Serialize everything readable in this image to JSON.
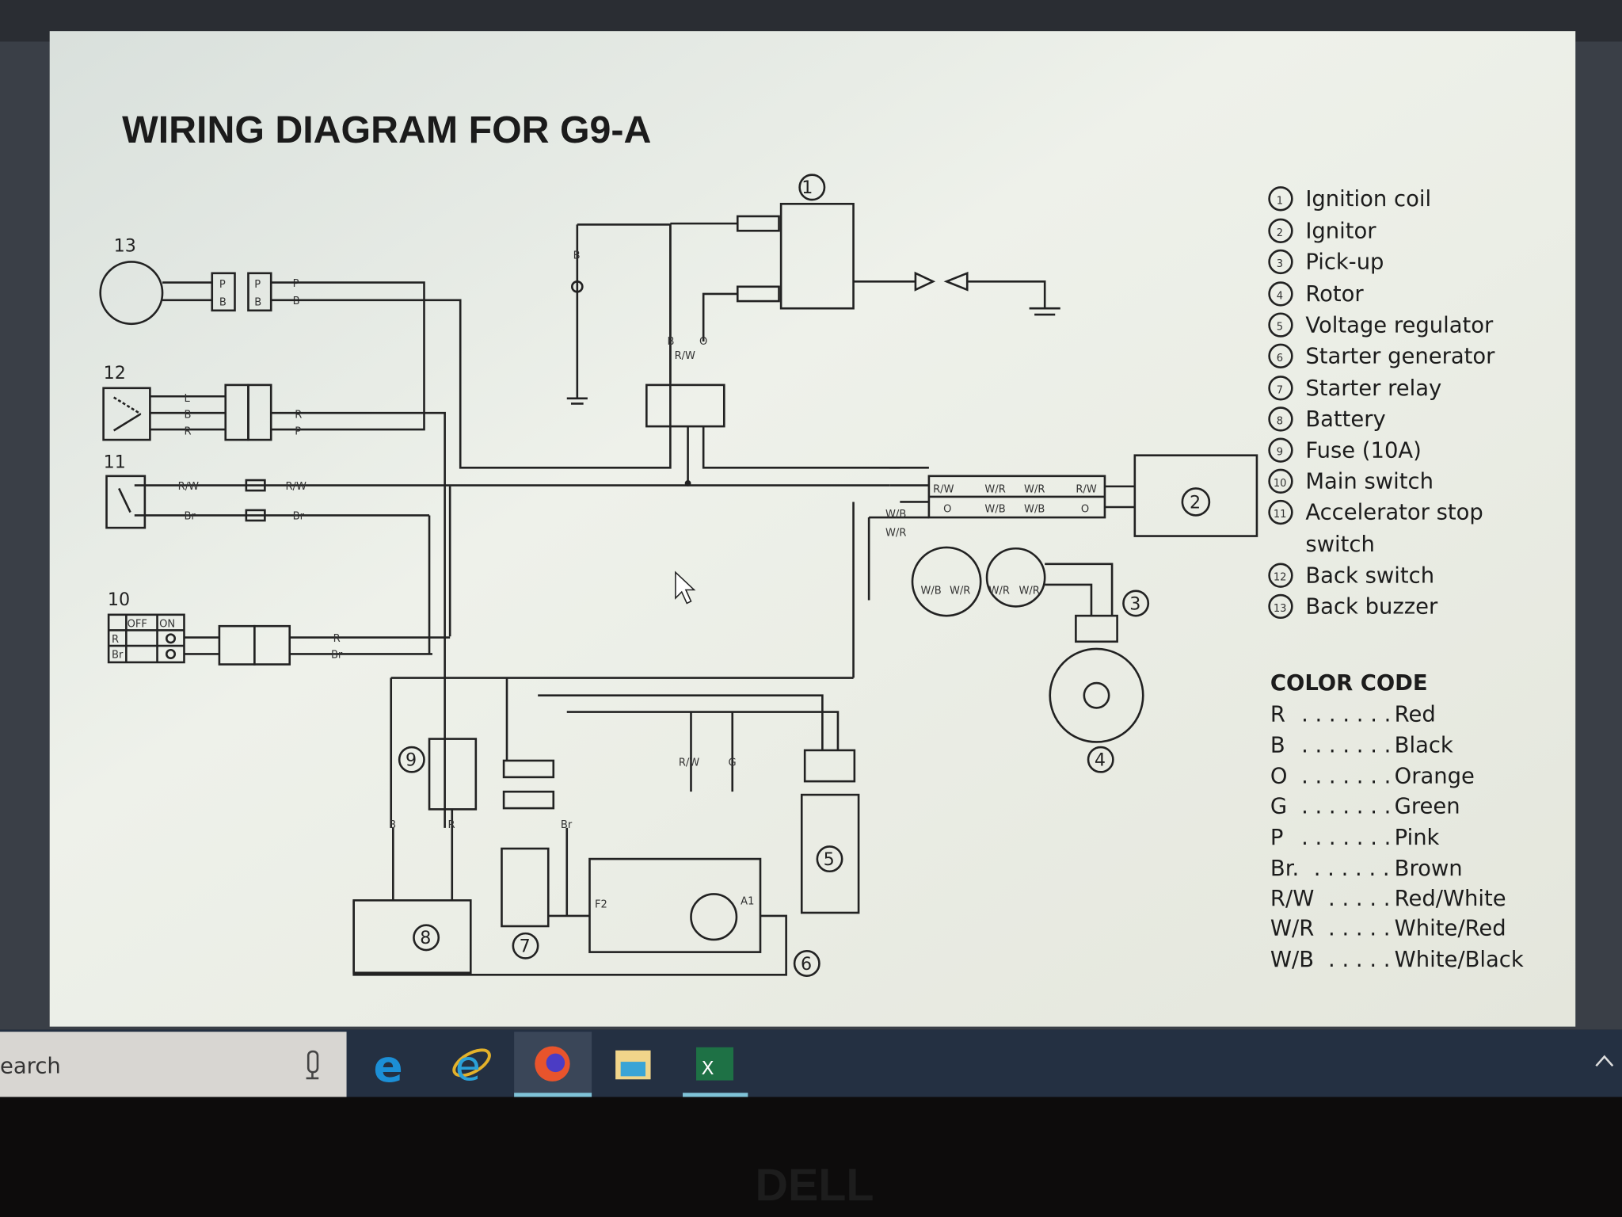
{
  "document": {
    "title": "WIRING DIAGRAM FOR G9-A",
    "components": [
      {
        "num": "1",
        "label": "Ignition coil"
      },
      {
        "num": "2",
        "label": "Ignitor"
      },
      {
        "num": "3",
        "label": "Pick-up"
      },
      {
        "num": "4",
        "label": "Rotor"
      },
      {
        "num": "5",
        "label": "Voltage regulator"
      },
      {
        "num": "6",
        "label": "Starter generator"
      },
      {
        "num": "7",
        "label": "Starter relay"
      },
      {
        "num": "8",
        "label": "Battery"
      },
      {
        "num": "9",
        "label": "Fuse (10A)"
      },
      {
        "num": "10",
        "label": "Main switch"
      },
      {
        "num": "11",
        "label": "Accelerator stop"
      },
      {
        "num": "",
        "label": "switch"
      },
      {
        "num": "12",
        "label": "Back switch"
      },
      {
        "num": "13",
        "label": "Back buzzer"
      }
    ],
    "color_code_title": "COLOR CODE",
    "color_codes": [
      {
        "code": "R",
        "dots": ". . . . . . .",
        "name": "Red"
      },
      {
        "code": "B",
        "dots": ". . . . . . .",
        "name": "Black"
      },
      {
        "code": "O",
        "dots": ". . . . . . .",
        "name": "Orange"
      },
      {
        "code": "G",
        "dots": ". . . . . . .",
        "name": "Green"
      },
      {
        "code": "P",
        "dots": ". . . . . . .",
        "name": "Pink"
      },
      {
        "code": "Br.",
        "dots": ". . . . . .",
        "name": "Brown"
      },
      {
        "code": "R/W",
        "dots": ". . . . .",
        "name": "Red/White"
      },
      {
        "code": "W/R",
        "dots": ". . . . .",
        "name": "White/Red"
      },
      {
        "code": "W/B",
        "dots": ". . . . .",
        "name": "White/Black"
      }
    ],
    "main_switch_table": {
      "off": "OFF",
      "on": "ON",
      "rows": [
        "R",
        "Br"
      ]
    },
    "wire_labels": {
      "p": "P",
      "b": "B",
      "r": "R",
      "l": "L",
      "rw": "R/W",
      "br": "Br",
      "o": "O",
      "g": "G",
      "wr": "W/R",
      "wb": "W/B",
      "f2": "F2",
      "a1": "A1"
    }
  },
  "taskbar": {
    "search_placeholder": "earch",
    "apps": [
      "edge",
      "internet-explorer",
      "firefox",
      "file-explorer",
      "excel"
    ]
  },
  "bezel": {
    "brand": "DELL"
  }
}
